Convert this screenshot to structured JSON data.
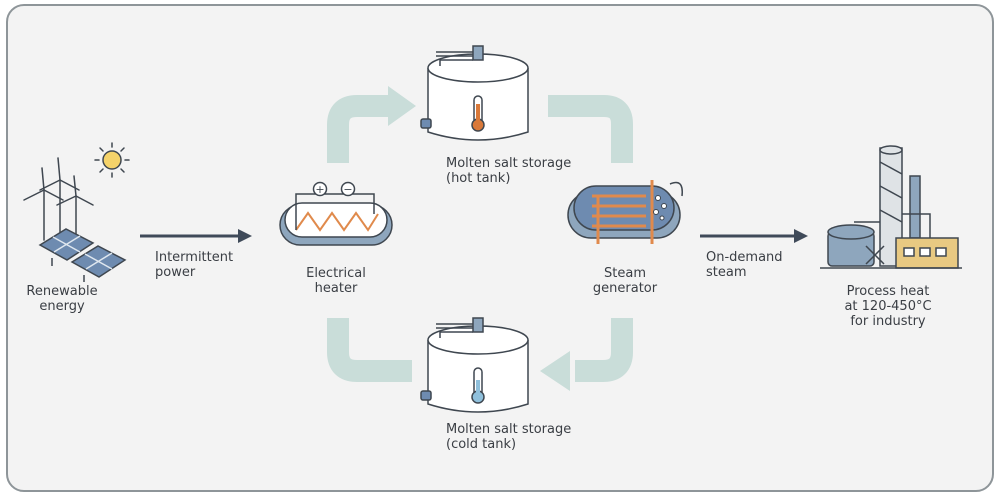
{
  "labels": {
    "renewable": "Renewable\nenergy",
    "intermittent": "Intermittent\npower",
    "heater": "Electrical\nheater",
    "hot_tank": "Molten salt storage\n(hot tank)",
    "steam_gen": "Steam\ngenerator",
    "on_demand": "On-demand\nsteam",
    "process": "Process heat\nat 120-450°C\nfor industry",
    "cold_tank": "Molten salt storage\n(cold tank)"
  },
  "heater_symbols": {
    "plus": "+",
    "minus": "−"
  },
  "colors": {
    "background": "#f3f3f3",
    "outline": "#3f4750",
    "flow_loop": "#c9ddd9",
    "arrow": "#3f4a59",
    "tank": "#ffffff",
    "hot_thermometer": "#d9793a",
    "cold_thermometer": "#8fc0dc",
    "heater_coil": "#e08a4c",
    "steel_blue": "#8ea6bd",
    "panel_blue": "#6e8bb0",
    "sun": "#f5d36a",
    "factory_box": "#e8c982"
  }
}
